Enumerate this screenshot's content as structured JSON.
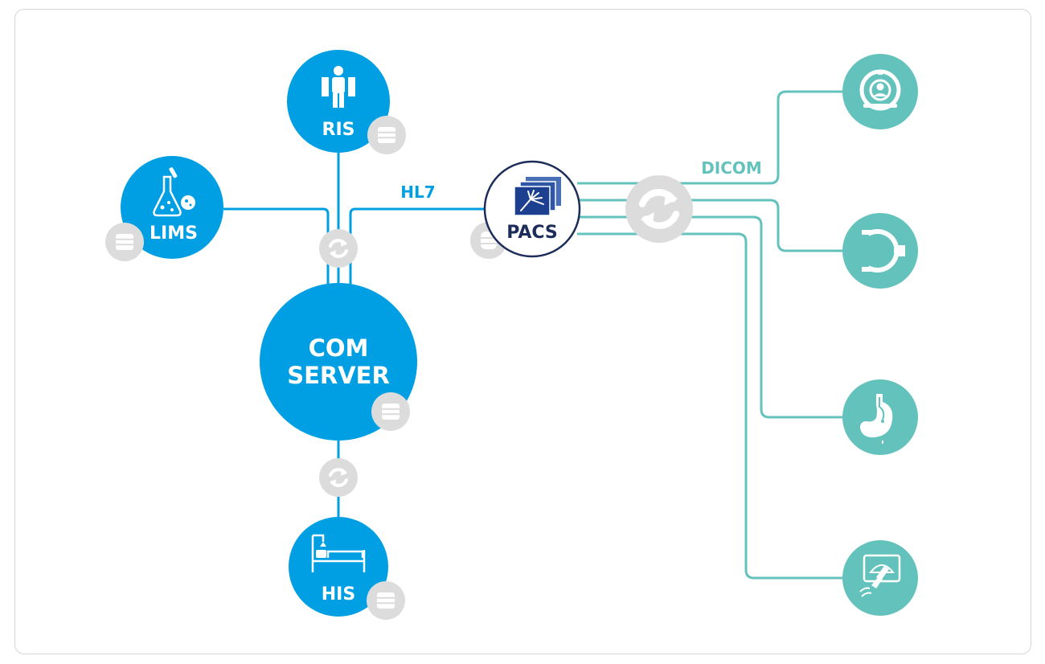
{
  "colors": {
    "blue": "#009fe3",
    "teal": "#64c2bd",
    "gray": "#dcdcdc",
    "navy": "#1c2d5a",
    "white": "#ffffff"
  },
  "nodes": {
    "ris": {
      "label": "RIS",
      "icon": "patient-with-film-icon"
    },
    "lims": {
      "label": "LIMS",
      "icon": "laboratory-flask-icon"
    },
    "com_server": {
      "label_line1": "COM",
      "label_line2": "SERVER"
    },
    "his": {
      "label": "HIS",
      "icon": "hospital-bed-icon"
    },
    "pacs": {
      "label": "PACS",
      "icon": "xray-film-icon"
    }
  },
  "connections": {
    "hl7_label": "HL7",
    "dicom_label": "DICOM"
  },
  "modalities": [
    {
      "name": "ct-scanner",
      "icon": "ct-scanner-icon"
    },
    {
      "name": "c-arm",
      "icon": "c-arm-icon"
    },
    {
      "name": "endoscopy",
      "icon": "stomach-icon"
    },
    {
      "name": "ultrasound",
      "icon": "ultrasound-icon"
    }
  ]
}
